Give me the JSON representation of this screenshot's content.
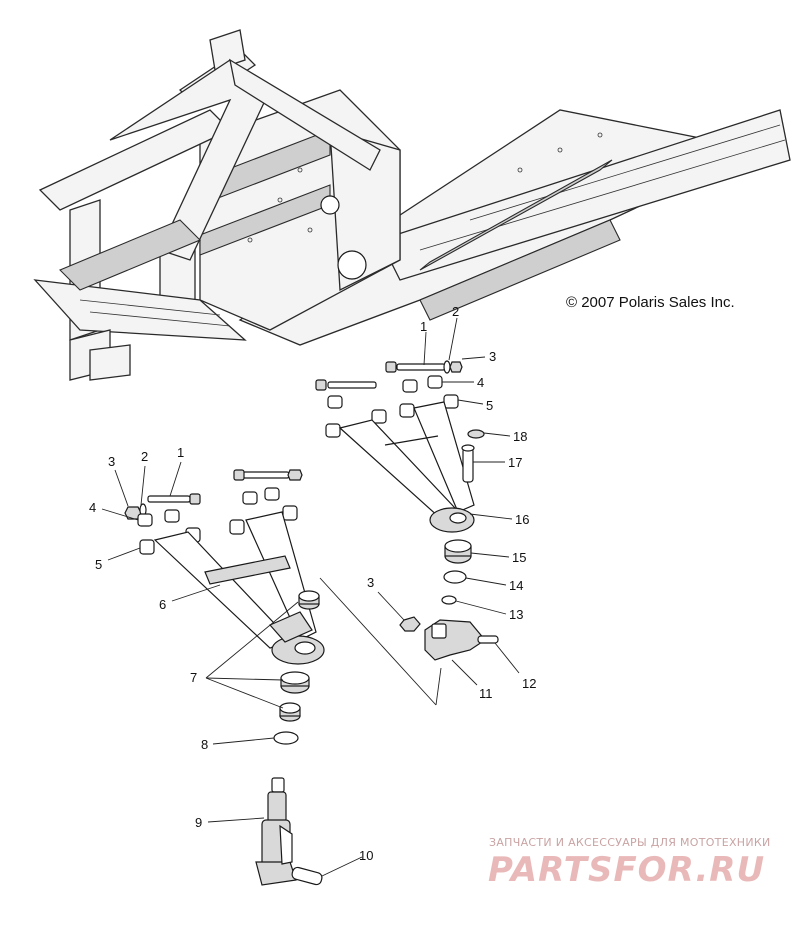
{
  "copyright": "© 2007 Polaris Sales Inc.",
  "watermark": {
    "tagline": "ЗАПЧАСТИ И АКСЕССУАРЫ ДЛЯ МОТОТЕХНИКИ",
    "logo": "PARTSFOR.RU"
  },
  "callouts": {
    "c1_upper": "1",
    "c2_upper": "2",
    "c3_upper": "3",
    "c4_upper": "4",
    "c5_upper": "5",
    "c18": "18",
    "c17": "17",
    "c16": "16",
    "c15": "15",
    "c14": "14",
    "c13": "13",
    "c12": "12",
    "c11": "11",
    "c3_mid": "3",
    "c1_lower": "1",
    "c2_lower": "2",
    "c3_lower": "3",
    "c4_lower": "4",
    "c5_lower": "5",
    "c6": "6",
    "c7": "7",
    "c8": "8",
    "c9": "9",
    "c10": "10"
  }
}
